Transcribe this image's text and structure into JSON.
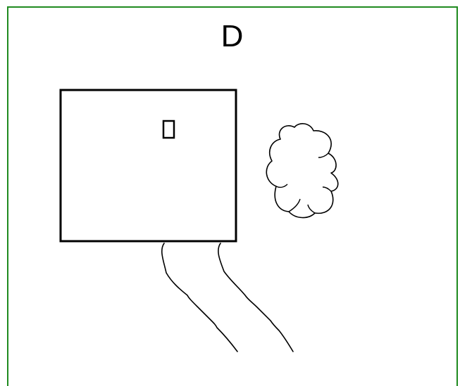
{
  "diagram": {
    "title": "D",
    "frame_color": "#1f8a1f",
    "stroke_color": "#000000",
    "elements": [
      {
        "name": "house",
        "shape": "rectangle"
      },
      {
        "name": "window",
        "shape": "small-rectangle"
      },
      {
        "name": "tree",
        "shape": "cloud-outline"
      },
      {
        "name": "path",
        "shape": "winding-lines"
      }
    ]
  }
}
